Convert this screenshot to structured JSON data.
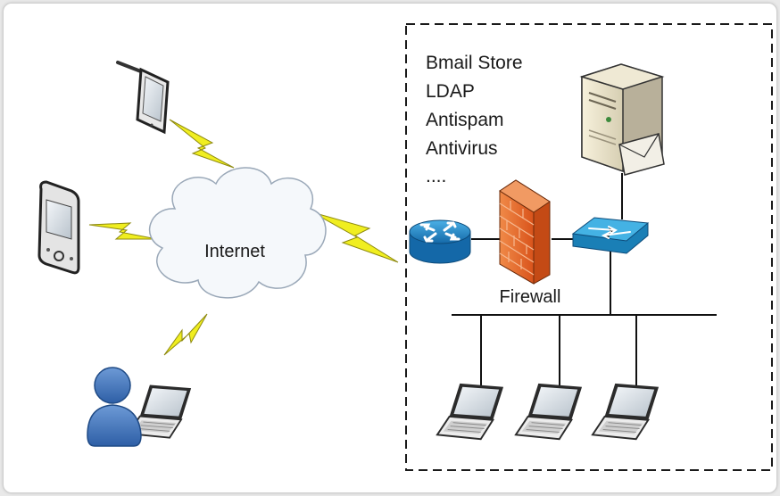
{
  "diagram": {
    "cloud_label": "Internet",
    "services": [
      "Bmail Store",
      "LDAP",
      "Antispam",
      "Antivirus",
      "...."
    ],
    "firewall_label": "Firewall"
  },
  "colors": {
    "lightning": "#f0ee20",
    "router": "#1c87c9",
    "firewall": "#e8682c",
    "switch": "#2aa3d8",
    "user": "#3f78c1"
  },
  "icons": [
    "tablet-icon",
    "mobile-phone-icon",
    "user-laptop-icon",
    "cloud-icon",
    "router-icon",
    "firewall-icon",
    "switch-icon",
    "mail-server-icon",
    "laptop-icon"
  ]
}
